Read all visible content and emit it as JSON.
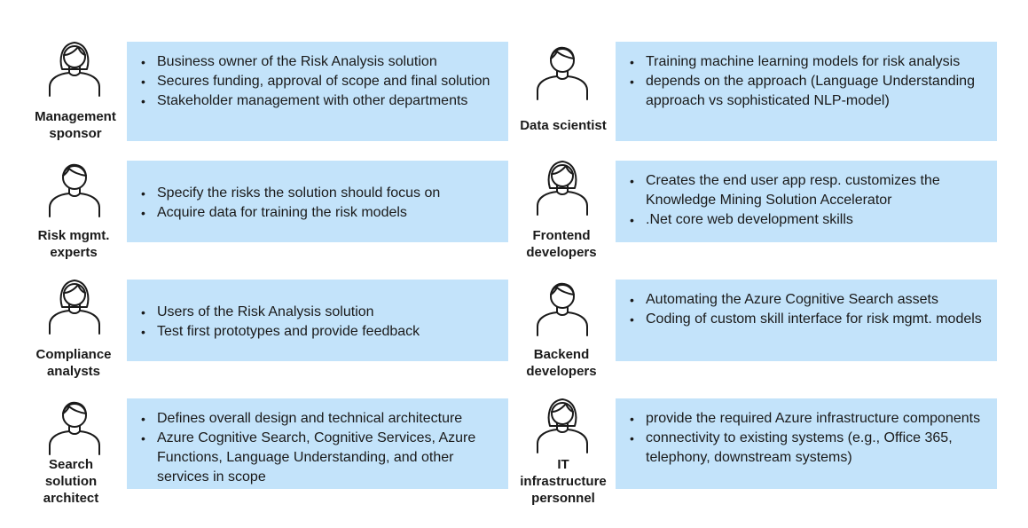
{
  "roles": [
    {
      "name": "Management sponsor",
      "gender": "female",
      "bullets": [
        "Business owner of the Risk Analysis solution",
        "Secures funding, approval of scope and final solution",
        "Stakeholder management with other departments"
      ]
    },
    {
      "name": "Data scientist",
      "gender": "male",
      "bullets": [
        "Training machine learning models for risk analysis",
        "depends on the approach (Language Understanding  approach vs sophisticated NLP-model)"
      ]
    },
    {
      "name": "Risk mgmt. experts",
      "gender": "male",
      "bullets": [
        "Specify the risks the solution should focus on",
        "Acquire data for training the risk models"
      ]
    },
    {
      "name": "Frontend developers",
      "gender": "female",
      "bullets": [
        "Creates the end user app resp. customizes the Knowledge Mining Solution Accelerator",
        ".Net core web development skills"
      ]
    },
    {
      "name": "Compliance analysts",
      "gender": "female",
      "bullets": [
        "Users of the Risk Analysis solution",
        "Test first prototypes and provide feedback"
      ]
    },
    {
      "name": "Backend developers",
      "gender": "male",
      "bullets": [
        "Automating the Azure Cognitive Search assets",
        "Coding of custom skill interface for risk mgmt. models"
      ]
    },
    {
      "name": "Search solution architect",
      "gender": "male",
      "bullets": [
        "Defines overall design and technical architecture",
        "Azure Cognitive Search, Cognitive Services, Azure Functions, Language Understanding, and other services in scope"
      ]
    },
    {
      "name": "IT infrastructure personnel",
      "gender": "female",
      "bullets": [
        "provide the required Azure infrastructure components",
        "connectivity to existing systems (e.g., Office 365, telephony, downstream systems)"
      ]
    }
  ],
  "colors": {
    "box": "#c3e3fa",
    "text": "#1a1a1a"
  }
}
